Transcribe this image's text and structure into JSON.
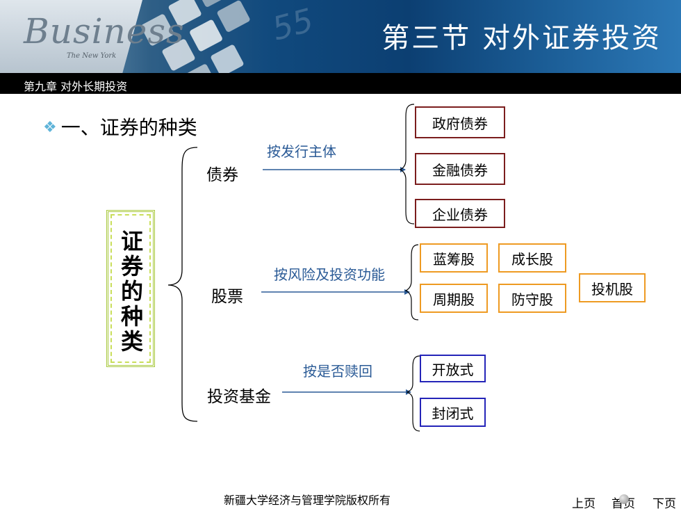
{
  "header": {
    "brand_word": "Business",
    "brand_sub": "The New York",
    "deco_digits": "55",
    "slide_title": "第三节 对外证券投资",
    "chapter": "第九章 对外长期投资"
  },
  "section_heading": "一、证券的种类",
  "root_label": "证券的种类",
  "categories": [
    {
      "label": "债券",
      "criterion": "按发行主体",
      "items": [
        "政府债券",
        "金融债券",
        "企业债券"
      ]
    },
    {
      "label": "股票",
      "criterion": "按风险及投资功能",
      "items": [
        "蓝筹股",
        "成长股",
        "周期股",
        "防守股",
        "投机股"
      ]
    },
    {
      "label": "投资基金",
      "criterion": "按是否赎回",
      "items": [
        "开放式",
        "封闭式"
      ]
    }
  ],
  "colors": {
    "bond_border": "#7b1d1d",
    "stock_border": "#ee9a22",
    "fund_border": "#2424b8",
    "arrow": "#2a5a96",
    "vertical_frame": "#a7c83a"
  },
  "footer": {
    "copyright": "新疆大学经济与管理学院版权所有",
    "prev": "上页",
    "home": "首页",
    "next": "下页"
  }
}
